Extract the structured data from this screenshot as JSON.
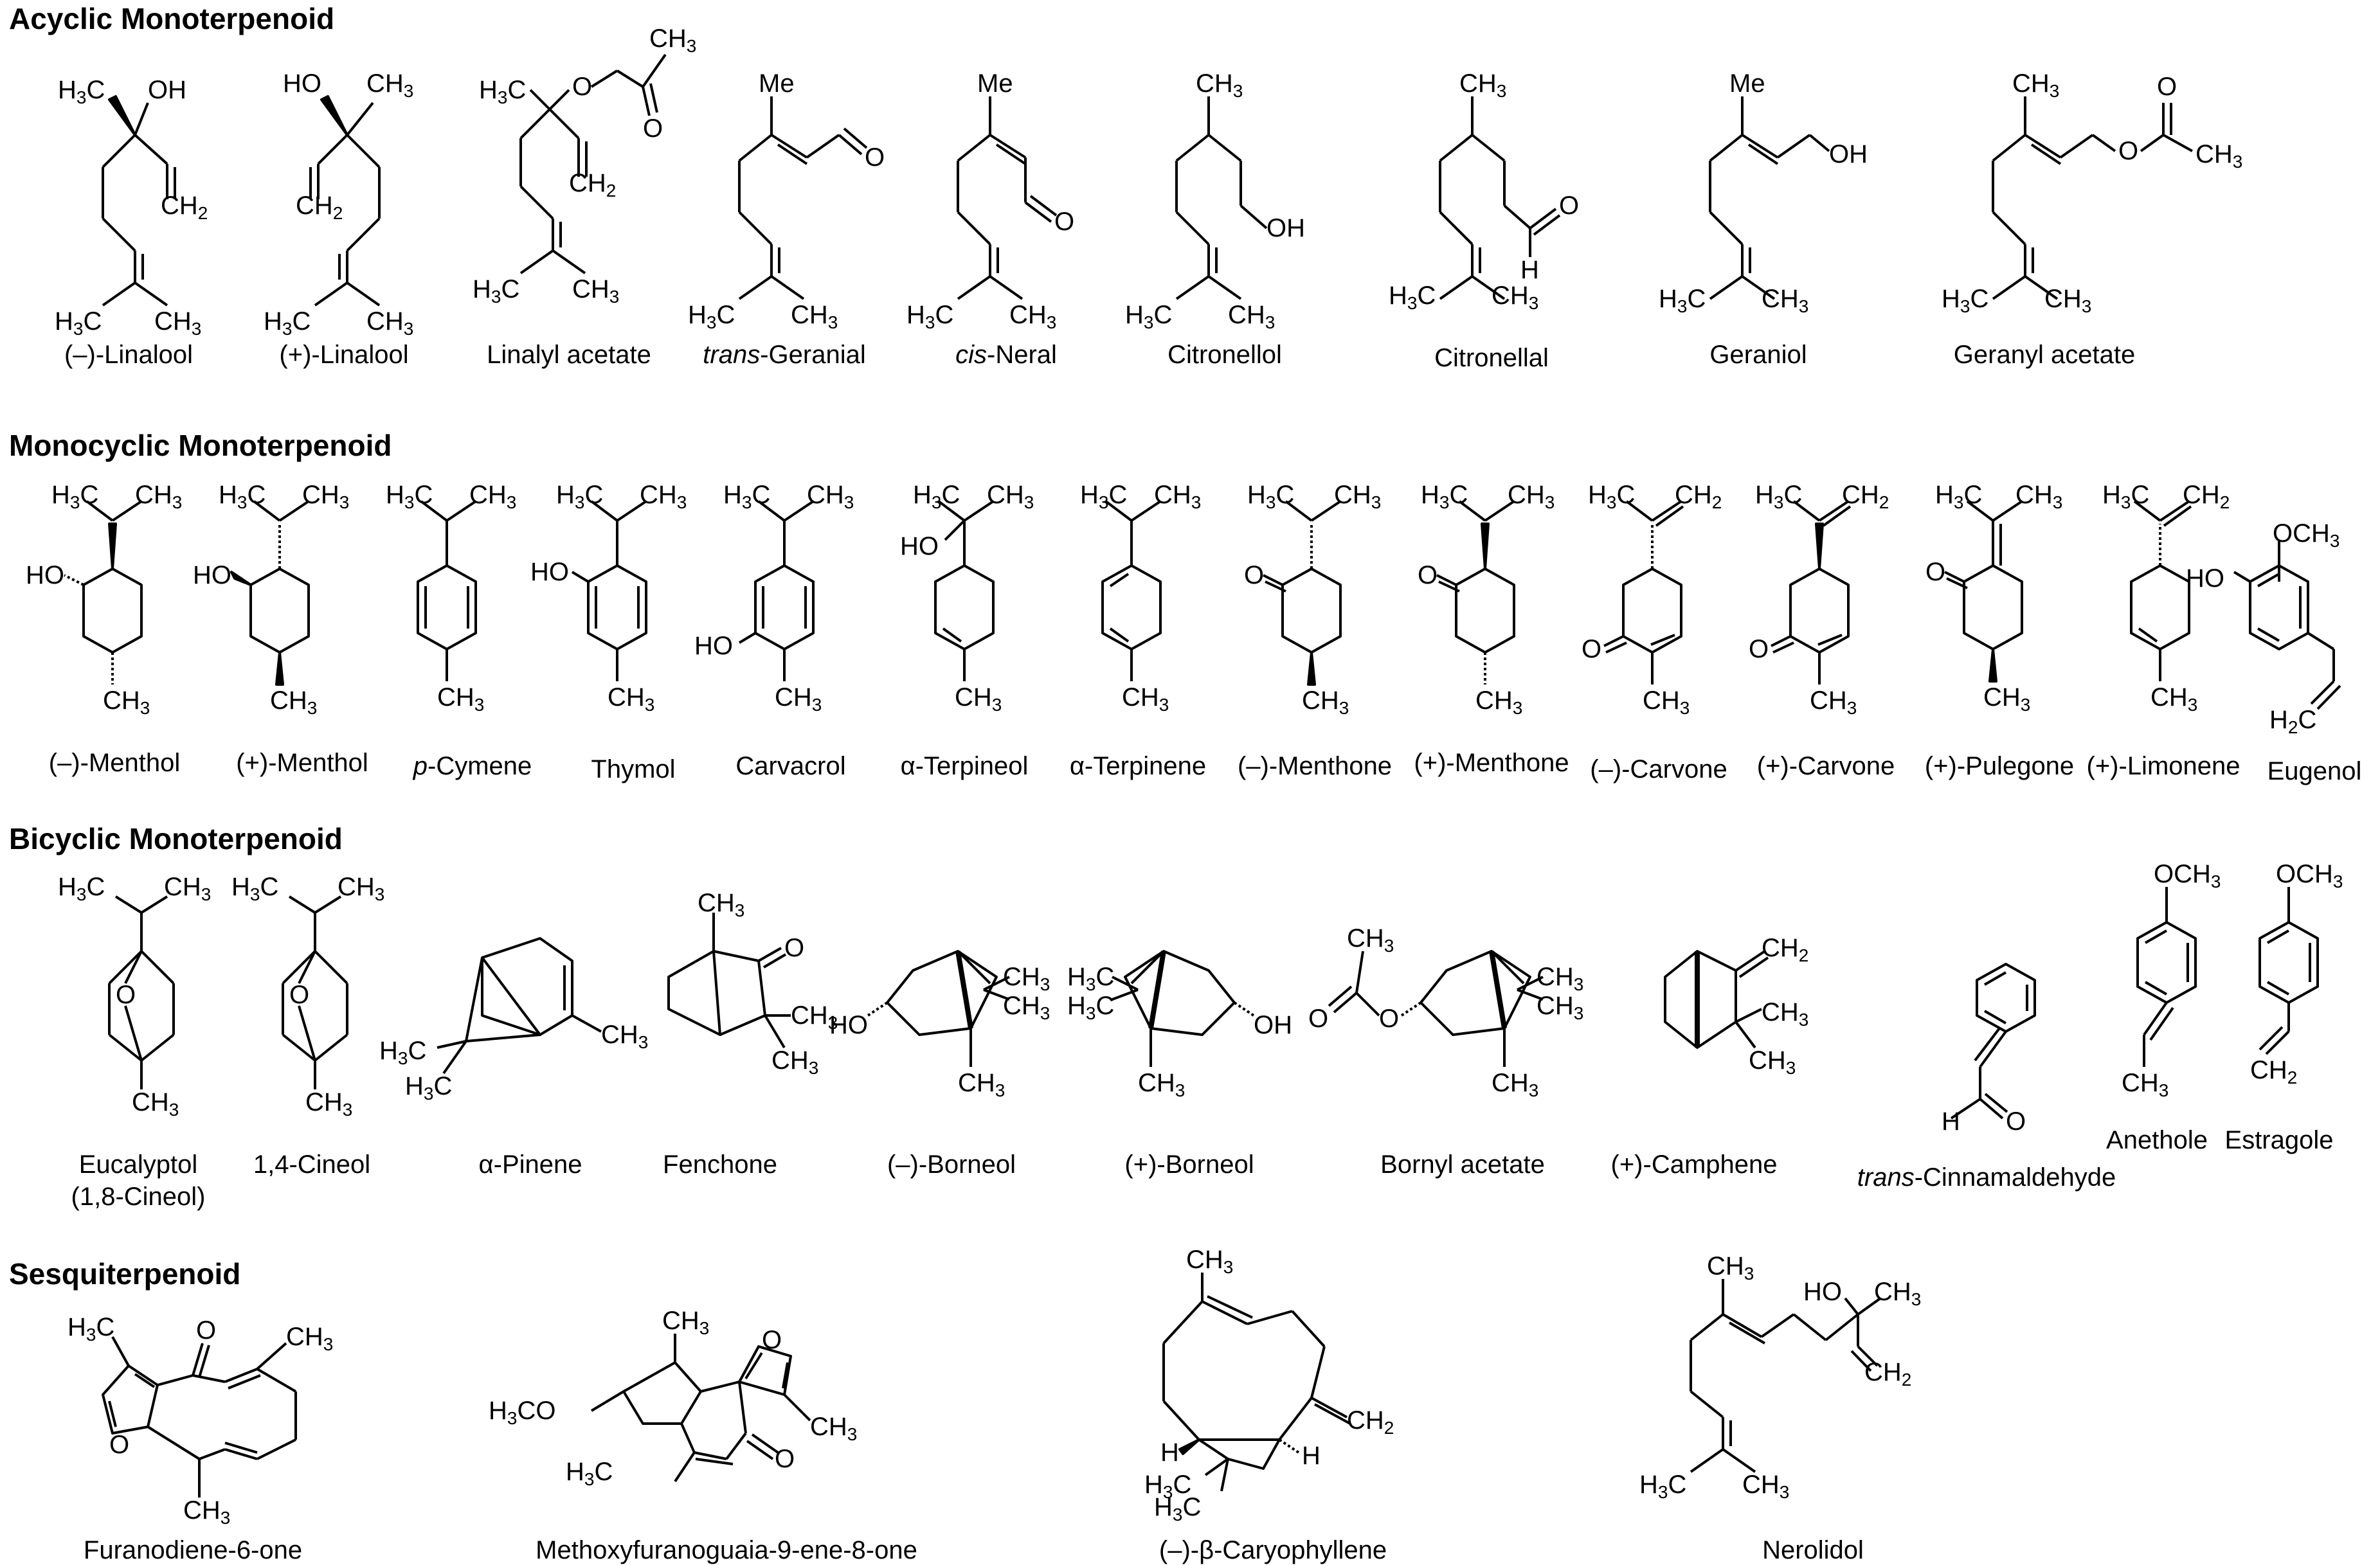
{
  "sections": {
    "acyclic": "Acyclic Monoterpenoid",
    "monocyclic": "Monocyclic Monoterpenoid",
    "bicyclic": "Bicyclic Monoterpenoid",
    "sesqui": "Sesquiterpenoid"
  },
  "names": {
    "linalool_minus": "(–)-Linalool",
    "linalool_plus": "(+)-Linalool",
    "linalyl_acetate": "Linalyl acetate",
    "geranial_prefix": "trans",
    "geranial_rest": "-Geranial",
    "neral_prefix": "cis",
    "neral_rest": "-Neral",
    "citronellol": "Citronellol",
    "citronellal": "Citronellal",
    "geraniol": "Geraniol",
    "geranyl_acetate": "Geranyl acetate",
    "menthol_minus": "(–)-Menthol",
    "menthol_plus": "(+)-Menthol",
    "cymene_prefix": "p",
    "cymene_rest": "-Cymene",
    "thymol": "Thymol",
    "carvacrol": "Carvacrol",
    "terpineol": "α-Terpineol",
    "terpinene": "α-Terpinene",
    "menthone_minus": "(–)-Menthone",
    "menthone_plus": "(+)-Menthone",
    "carvone_minus": "(–)-Carvone",
    "carvone_plus": "(+)-Carvone",
    "pulegone": "(+)-Pulegone",
    "limonene": "(+)-Limonene",
    "eugenol": "Eugenol",
    "eucalyptol": "Eucalyptol",
    "eucalyptol_alt": "(1,8-Cineol)",
    "cineol14": "1,4-Cineol",
    "pinene": "α-Pinene",
    "fenchone": "Fenchone",
    "borneol_minus": "(–)-Borneol",
    "borneol_plus": "(+)-Borneol",
    "bornyl_acetate": "Bornyl acetate",
    "camphene": "(+)-Camphene",
    "cinnamaldehyde_prefix": "trans",
    "cinnamaldehyde_rest": "-Cinnamaldehyde",
    "anethole": "Anethole",
    "estragole": "Estragole",
    "furanodiene": "Furanodiene-6-one",
    "methoxyfurano": "Methoxyfuranoguaia-9-ene-8-one",
    "caryophyllene": "(–)-β-Caryophyllene",
    "nerolidol": "Nerolidol"
  },
  "atoms": {
    "CH3": "CH",
    "H3C": "H",
    "OH": "OH",
    "HO": "HO",
    "CH2": "CH",
    "H2C": "H",
    "O": "O",
    "H": "H",
    "OCH3": "OCH",
    "H3CO": "H",
    "three": "3",
    "two": "2",
    "C": "C",
    "CO": "CO"
  }
}
